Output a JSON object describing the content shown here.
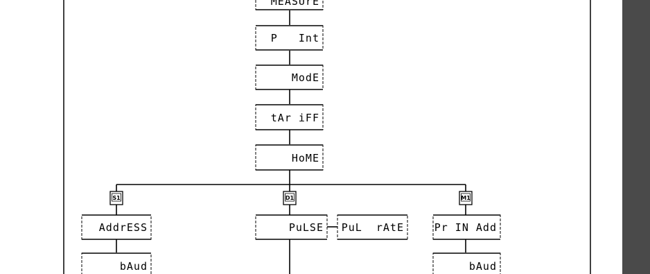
{
  "top": {
    "measure": "MEASUrE",
    "p_int": "P   Int",
    "mode": "ModE",
    "tariff": "tAr iFF",
    "home": "HoME"
  },
  "branches": {
    "s1": {
      "tag": "S1",
      "first": "AddrESS",
      "second": "bAud"
    },
    "d1": {
      "tag": "D1",
      "first": "PuLSE",
      "side": "PuL  rAtE"
    },
    "m1": {
      "tag": "M1",
      "first": "Pr IN Add",
      "second": "bAud"
    }
  }
}
